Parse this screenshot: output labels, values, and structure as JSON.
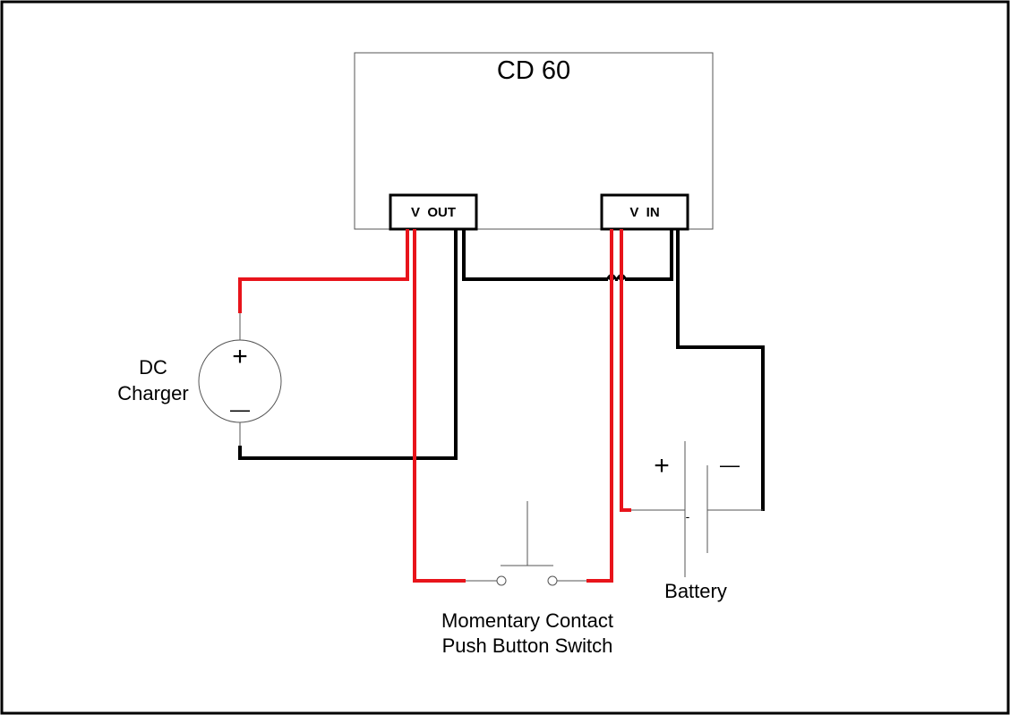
{
  "device": {
    "name": "CD 60",
    "terminal_out": "V  OUT",
    "terminal_in": "V  IN"
  },
  "charger": {
    "label_line1": "DC",
    "label_line2": "Charger",
    "plus": "+",
    "minus": "—"
  },
  "battery": {
    "label": "Battery",
    "plus": "+",
    "minus": "—",
    "mark": "-"
  },
  "switch": {
    "label_line1": "Momentary Contact",
    "label_line2": "Push Button Switch"
  },
  "colors": {
    "positive_wire": "#e8141b",
    "negative_wire": "#000000",
    "outline": "#555555",
    "frame": "#000000"
  }
}
